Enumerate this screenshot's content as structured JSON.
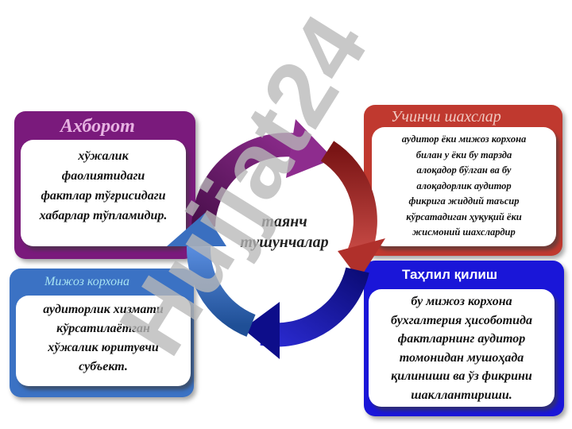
{
  "watermark": {
    "text": "Hujjat24",
    "color": "#b8b8b8"
  },
  "center": {
    "line1": "таянч",
    "line2": "тушунчалар"
  },
  "panels": {
    "info": {
      "title": "Ахборот",
      "color": "#7a1a7c",
      "lines": [
        "хўжалик",
        "фаолиятидаги",
        "фактлар тўғрисидаги",
        "хабарлар тўпламидир."
      ]
    },
    "third": {
      "title": "Учинчи шахслар",
      "color": "#c0392f",
      "lines": [
        "аудитор ёки мижоз корхона",
        "билан у ёки бу тарзда",
        "алоқадор бўлган ва бу",
        "алоқадорлик аудитор",
        "фикрига жиддий таъсир",
        "кўрсатадиган ҳуқуқий ёки",
        "жисмоний шахслардир"
      ]
    },
    "client": {
      "title": "Мижоз корхона",
      "color": "#3b72c4",
      "lines": [
        "аудиторлик хизмати",
        "кўрсатилаётган",
        "хўжалик юритувчи",
        "субъект."
      ]
    },
    "analysis": {
      "title": "Таҳлил қилиш",
      "color": "#1a16d8",
      "lines": [
        "бу мижоз корхона",
        "бухгалтерия ҳисоботида",
        "фактларнинг аудитор",
        "томонидан мушоҳада",
        "қилиниши ва ўз фикрини",
        "шакллантириши."
      ]
    }
  }
}
